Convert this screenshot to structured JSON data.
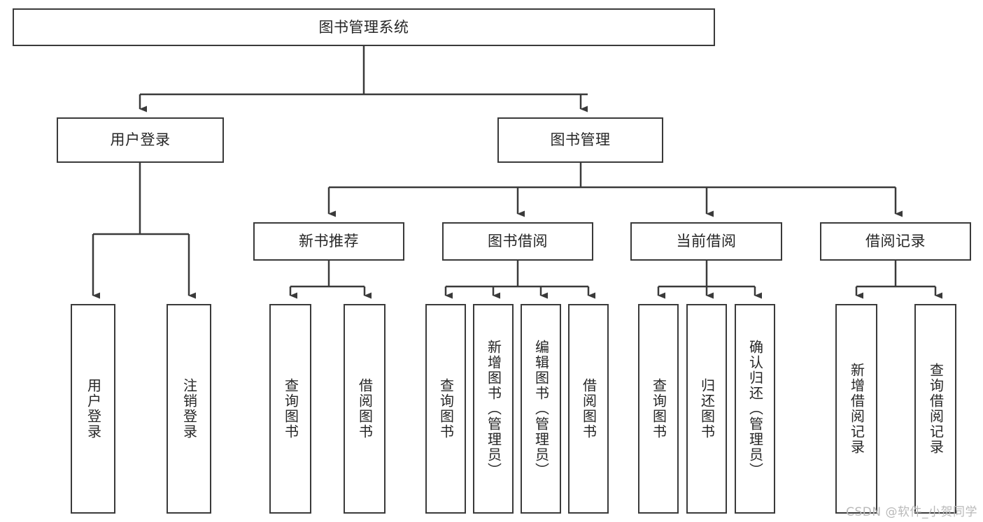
{
  "diagram": {
    "type": "hierarchy-tree",
    "title": "图书管理系统",
    "watermark": "CSDN @软件_小贺同学",
    "colors": {
      "stroke": "#3a3a3a",
      "fill": "#ffffff",
      "text": "#262626",
      "watermark": "#b9b9b9"
    },
    "nodes": {
      "root": {
        "label": "图书管理系统",
        "level": 1,
        "orientation": "horizontal"
      },
      "l2": [
        {
          "id": "user-login",
          "label": "用户登录",
          "level": 2,
          "orientation": "horizontal"
        },
        {
          "id": "book-manage",
          "label": "图书管理",
          "level": 2,
          "orientation": "horizontal"
        }
      ],
      "l3": [
        {
          "id": "new-book-recommend",
          "label": "新书推荐",
          "level": 3,
          "orientation": "horizontal",
          "parent": "book-manage"
        },
        {
          "id": "book-borrow",
          "label": "图书借阅",
          "level": 3,
          "orientation": "horizontal",
          "parent": "book-manage"
        },
        {
          "id": "current-borrow",
          "label": "当前借阅",
          "level": 3,
          "orientation": "horizontal",
          "parent": "book-manage"
        },
        {
          "id": "borrow-record",
          "label": "借阅记录",
          "level": 3,
          "orientation": "horizontal",
          "parent": "book-manage"
        }
      ],
      "leaves": [
        {
          "id": "leaf-user-login",
          "label": "用户登录",
          "orientation": "vertical",
          "parent": "user-login"
        },
        {
          "id": "leaf-logout-login",
          "label": "注销登录",
          "orientation": "vertical",
          "parent": "user-login"
        },
        {
          "id": "leaf-query-book-1",
          "label": "查询图书",
          "orientation": "vertical",
          "parent": "new-book-recommend"
        },
        {
          "id": "leaf-borrow-book-1",
          "label": "借阅图书",
          "orientation": "vertical",
          "parent": "new-book-recommend"
        },
        {
          "id": "leaf-query-book-2",
          "label": "查询图书",
          "orientation": "vertical",
          "parent": "book-borrow"
        },
        {
          "id": "leaf-add-book",
          "label": "新增图书（管理员）",
          "orientation": "vertical",
          "parent": "book-borrow"
        },
        {
          "id": "leaf-edit-book",
          "label": "编辑图书（管理员）",
          "orientation": "vertical",
          "parent": "book-borrow"
        },
        {
          "id": "leaf-borrow-book-2",
          "label": "借阅图书",
          "orientation": "vertical",
          "parent": "book-borrow"
        },
        {
          "id": "leaf-query-book-3",
          "label": "查询图书",
          "orientation": "vertical",
          "parent": "current-borrow"
        },
        {
          "id": "leaf-return-book",
          "label": "归还图书",
          "orientation": "vertical",
          "parent": "current-borrow"
        },
        {
          "id": "leaf-confirm-return",
          "label": "确认归还（管理员）",
          "orientation": "vertical",
          "parent": "current-borrow"
        },
        {
          "id": "leaf-add-record",
          "label": "新增借阅记录",
          "orientation": "vertical",
          "parent": "borrow-record"
        },
        {
          "id": "leaf-query-record",
          "label": "查询借阅记录",
          "orientation": "vertical",
          "parent": "borrow-record"
        }
      ]
    }
  }
}
